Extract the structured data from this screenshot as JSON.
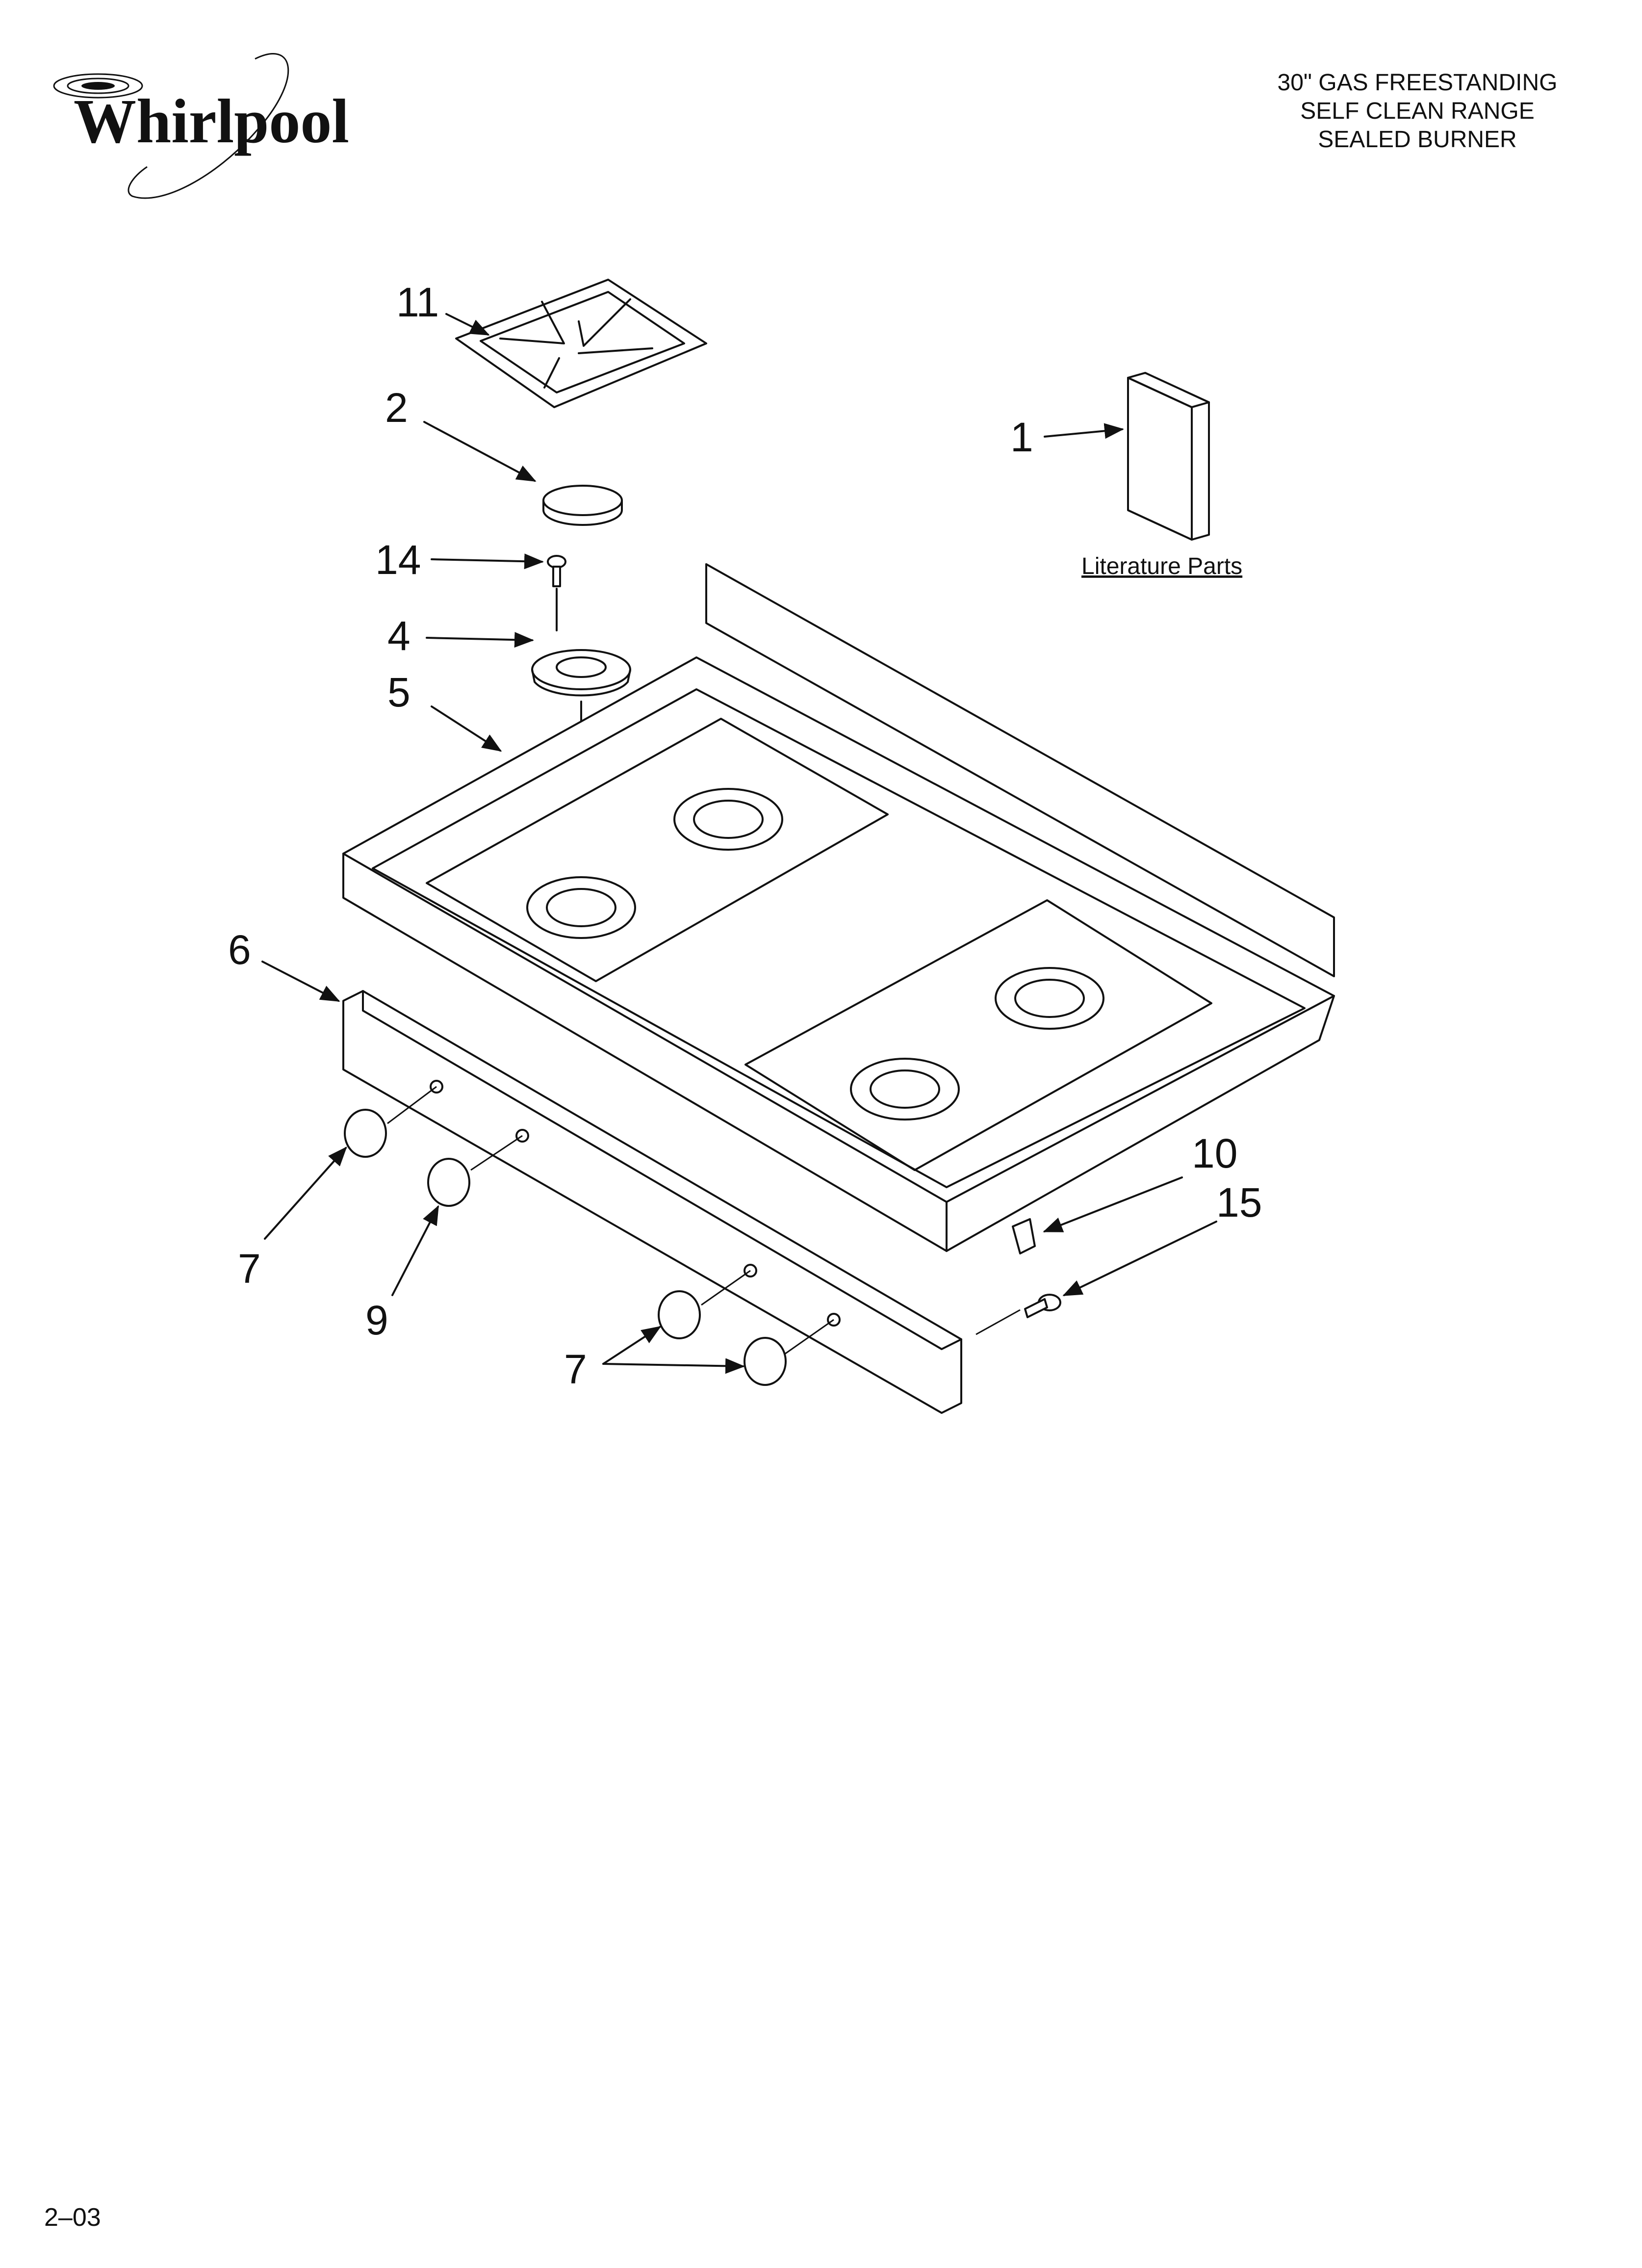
{
  "brand": {
    "name": "Whirlpool"
  },
  "header": {
    "lines": [
      "30\" GAS FREESTANDING",
      "SELF CLEAN RANGE",
      "SEALED BURNER"
    ]
  },
  "footer": {
    "code": "2–03"
  },
  "callouts": {
    "c11": "11",
    "c2": "2",
    "c14": "14",
    "c4": "4",
    "c5": "5",
    "c1": "1",
    "c6": "6",
    "c7a": "7",
    "c9": "9",
    "c7b": "7",
    "c10": "10",
    "c15": "15"
  },
  "literature_label": "Literature Parts"
}
